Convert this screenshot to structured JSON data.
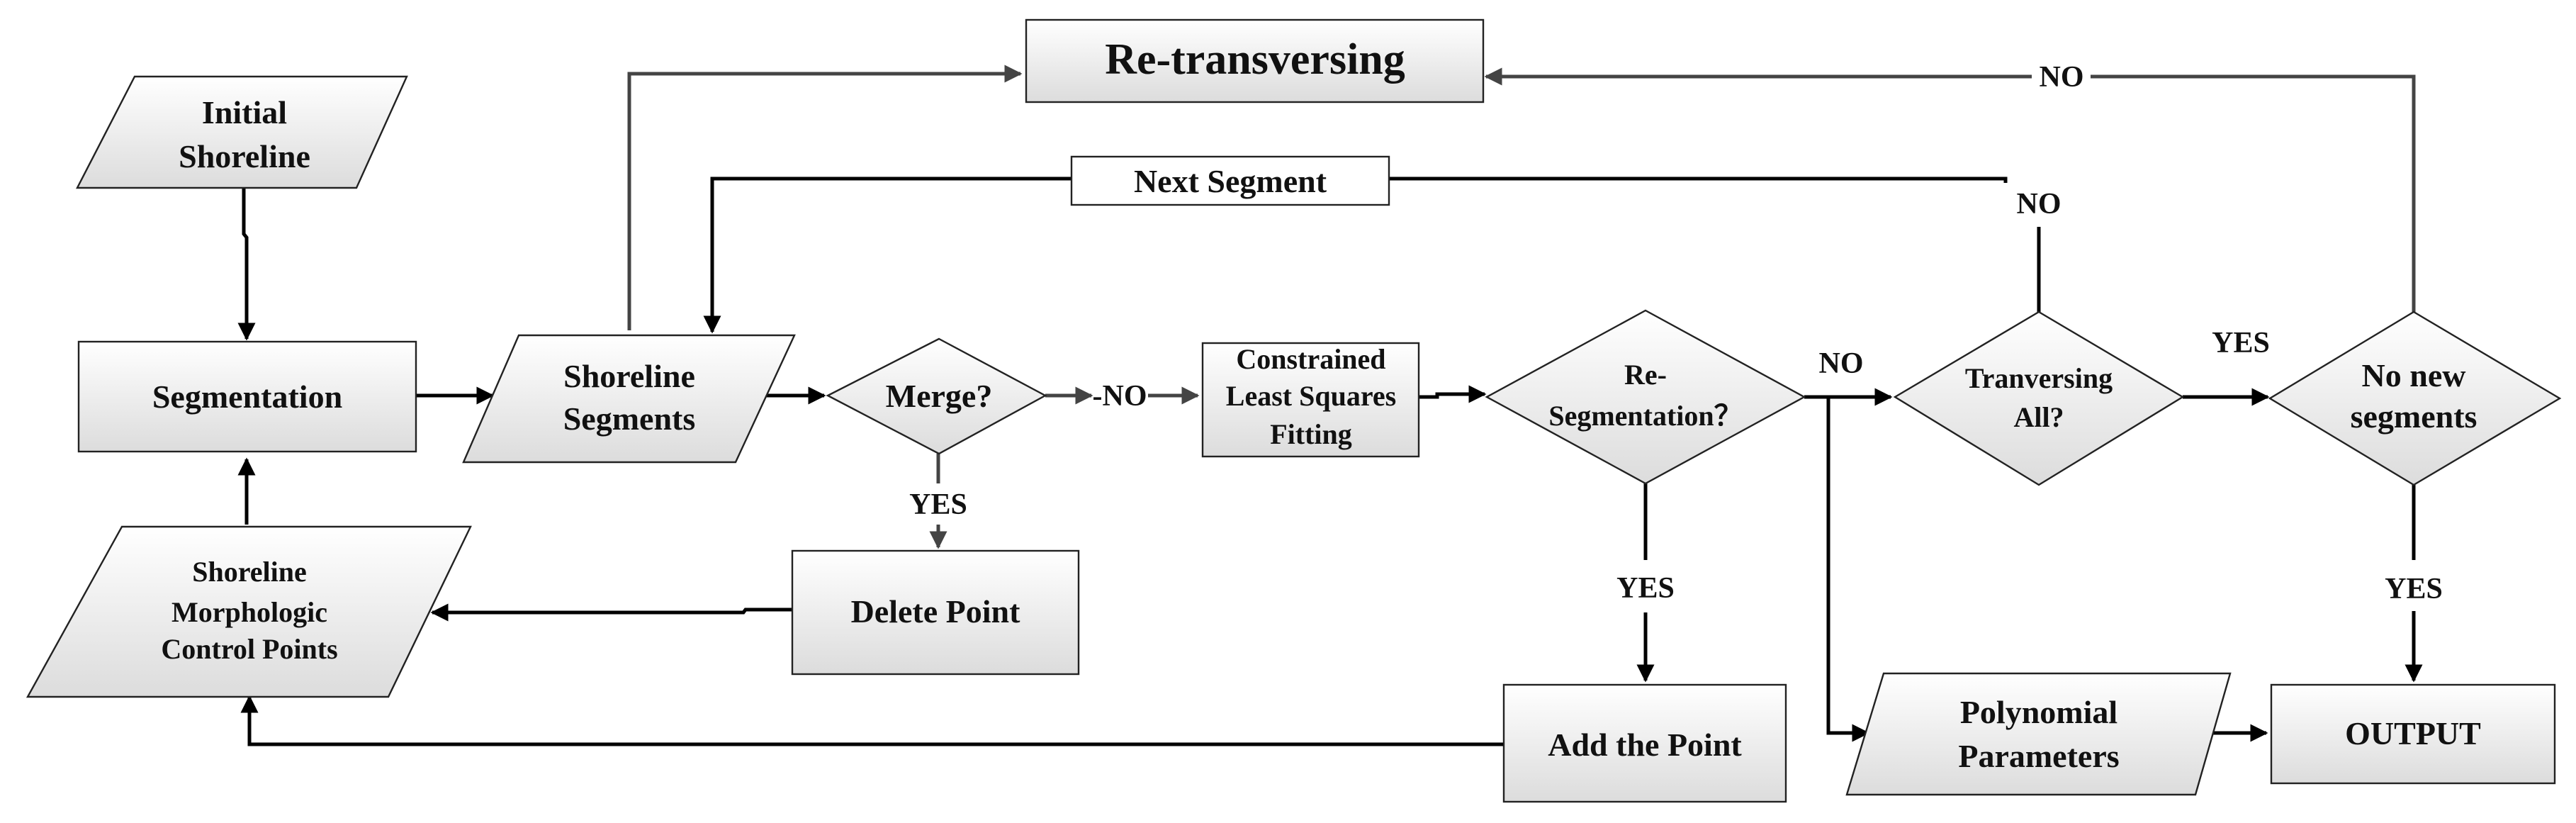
{
  "nodes": {
    "initial_shoreline": {
      "line1": "Initial",
      "line2": "Shoreline"
    },
    "segmentation": {
      "label": "Segmentation"
    },
    "shoreline_segments": {
      "line1": "Shoreline",
      "line2": "Segments"
    },
    "merge": {
      "label": "Merge?"
    },
    "constrained_fitting": {
      "line1": "Constrained",
      "line2": "Least Squares",
      "line3": "Fitting"
    },
    "re_segmentation": {
      "line1": "Re-",
      "line2": "Segmentation？"
    },
    "tranversing_all": {
      "line1": "Tranversing",
      "line2": "All?"
    },
    "no_new_segments": {
      "line1": "No new",
      "line2": "segments"
    },
    "re_transversing": {
      "label": "Re-transversing"
    },
    "next_segment": {
      "label": "Next Segment"
    },
    "delete_point": {
      "label": "Delete Point"
    },
    "control_points": {
      "line1": "Shoreline",
      "line2": "Morphologic",
      "line3": "Control Points"
    },
    "add_point": {
      "label": "Add the Point"
    },
    "polynomial_parameters": {
      "line1": "Polynomial",
      "line2": "Parameters"
    },
    "output": {
      "label": "OUTPUT"
    }
  },
  "edge_labels": {
    "merge_no": "-NO",
    "merge_yes": "YES",
    "reseg_no": "NO",
    "reseg_yes": "YES",
    "tranversing_no": "NO",
    "tranversing_yes": "YES",
    "nonew_no": "NO",
    "nonew_yes": "YES"
  }
}
